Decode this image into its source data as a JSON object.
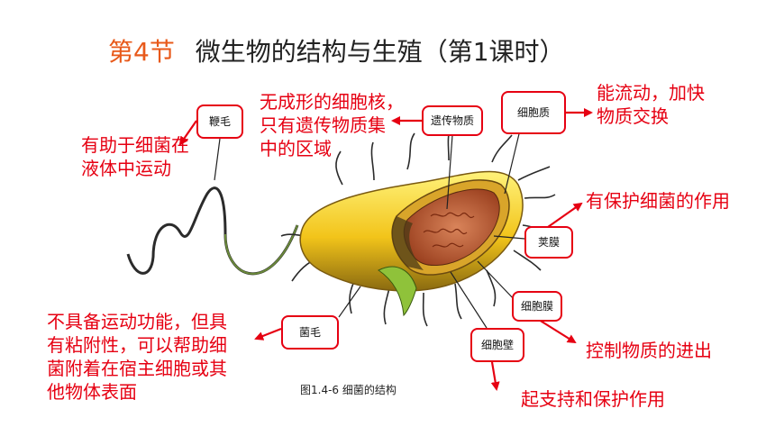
{
  "title": {
    "section": "第4节",
    "text": "微生物的结构与生殖（第1课时）"
  },
  "labels": {
    "flagellum": "鞭毛",
    "genetic_material": "遗传物质",
    "cytoplasm": "细胞质",
    "capsule": "荚膜",
    "cell_membrane": "细胞膜",
    "cell_wall": "细胞壁",
    "pili": "菌毛"
  },
  "notes": {
    "flagellum": [
      "有助于细菌在",
      "液体中运动"
    ],
    "nucleoid": [
      "无成形的细胞核，",
      "只有遗传物质集",
      "中的区域"
    ],
    "cytoplasm": [
      "能流动，加快",
      "物质交换"
    ],
    "capsule": [
      "有保护细菌的作用"
    ],
    "pili": [
      "不具备运动功能，但具",
      "有粘附性，可以帮助细",
      "菌附着在宿主细胞或其",
      "他物体表面"
    ],
    "membrane": [
      "控制物质的进出"
    ],
    "wall": [
      "起支持和保护作用"
    ]
  },
  "caption": "图1.4-6  细菌的结构",
  "colors": {
    "accent": "#e60012",
    "section": "#e8591a"
  }
}
